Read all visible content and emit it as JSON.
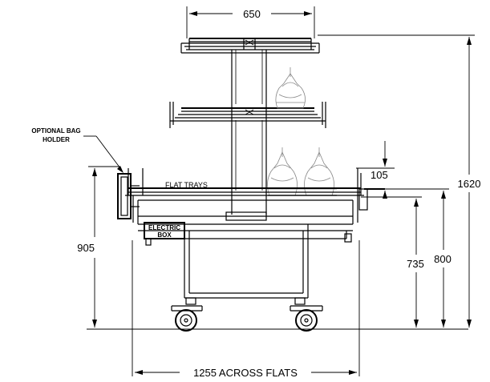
{
  "dimensions": {
    "top_width": "650",
    "overall_height": "1620",
    "bottom_width": "1255 ACROSS FLATS",
    "tray_height": "905",
    "shelf_gap": "105",
    "shelf_height_low": "735",
    "shelf_height_high": "800"
  },
  "labels": {
    "bag_holder_line1": "OPTIONAL BAG",
    "bag_holder_line2": "HOLDER",
    "flat_trays": "FLAT TRAYS",
    "electric_line1": "ELECTRIC",
    "electric_line2": "BOX"
  }
}
